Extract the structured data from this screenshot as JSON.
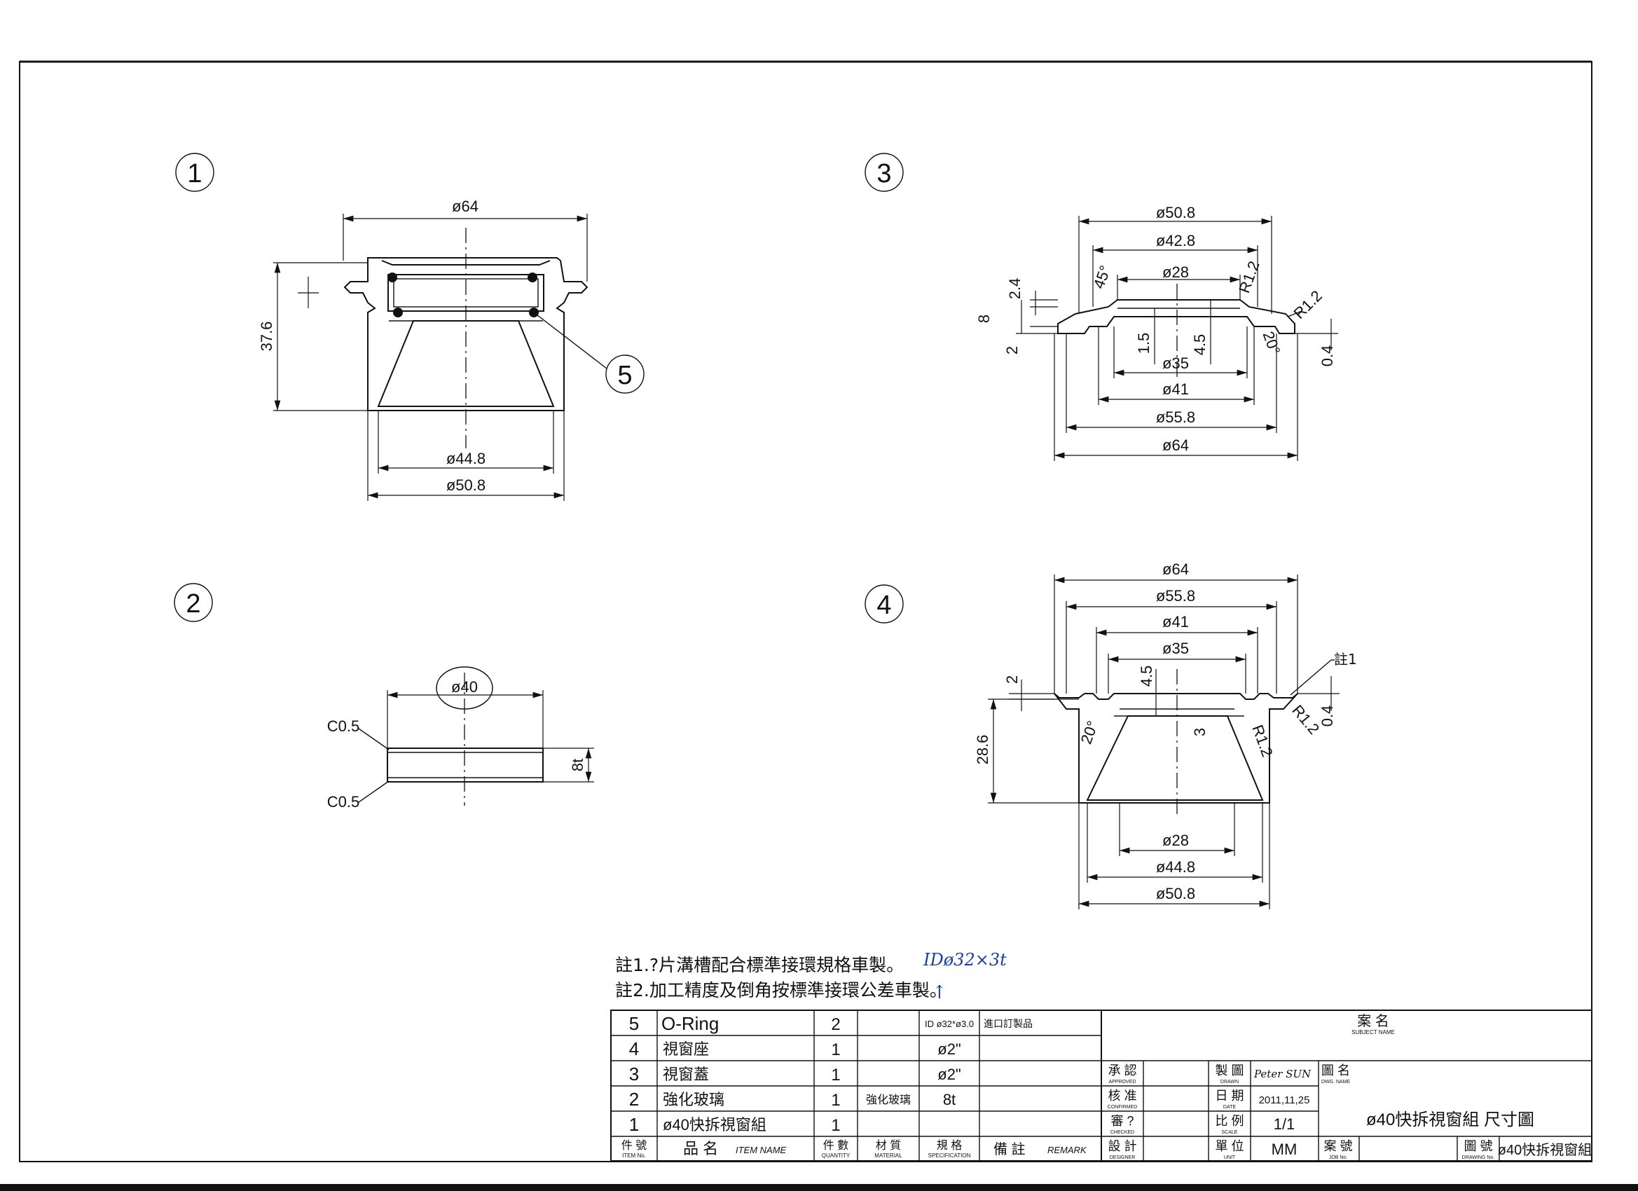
{
  "views": [
    {
      "balloon": "1",
      "dims": {
        "top": "ø64",
        "height": "37.6",
        "mid": "ø44.8",
        "bottom": "ø50.8"
      },
      "callout": "5"
    },
    {
      "balloon": "2",
      "dims": {
        "dia": "ø40",
        "thick": "8t",
        "chamfer_top": "C0.5",
        "chamfer_bottom": "C0.5"
      }
    },
    {
      "balloon": "3",
      "dims": {
        "d1": "ø50.8",
        "d2": "ø42.8",
        "d3": "ø28",
        "d4": "ø35",
        "d5": "ø41",
        "d6": "ø55.8",
        "d7": "ø64",
        "angle45": "45°",
        "angle20": "20°",
        "r1": "R1.2",
        "r2": "R1.2",
        "h24": "2.4",
        "h8": "8",
        "h2": "2",
        "h15": "1.5",
        "h45": "4.5",
        "h04": "0.4"
      }
    },
    {
      "balloon": "4",
      "dims": {
        "d1": "ø64",
        "d2": "ø55.8",
        "d3": "ø41",
        "d4": "ø35",
        "d5": "ø28",
        "d6": "ø44.8",
        "d7": "ø50.8",
        "h2": "2",
        "h45": "4.5",
        "h286": "28.6",
        "h3": "3",
        "h04": "0.4",
        "angle20": "20°",
        "r1": "R1.2",
        "r2": "R1.2",
        "note": "註1"
      }
    }
  ],
  "notes": [
    "註1.?片溝槽配合標準接環規格車製。",
    "註2.加工精度及倒角按標準接環公差車製。"
  ],
  "handwriting": {
    "text": "IDø32×3t",
    "arrow": "↑"
  },
  "bom": {
    "rows": [
      {
        "no": "5",
        "name": "O-Ring",
        "qty": "2",
        "material": "",
        "spec": "ID ø32*ø3.0",
        "remark": "進口訂製品"
      },
      {
        "no": "4",
        "name": "視窗座",
        "qty": "1",
        "material": "",
        "spec": "ø2\"",
        "remark": ""
      },
      {
        "no": "3",
        "name": "視窗蓋",
        "qty": "1",
        "material": "",
        "spec": "ø2\"",
        "remark": ""
      },
      {
        "no": "2",
        "name": "強化玻璃",
        "qty": "1",
        "material": "強化玻璃",
        "spec": "8t",
        "remark": ""
      },
      {
        "no": "1",
        "name": "ø40快拆視窗組",
        "qty": "1",
        "material": "",
        "spec": "",
        "remark": ""
      }
    ],
    "header": {
      "no": "件 號",
      "no_en": "ITEM No.",
      "name": "品 名",
      "name_en": "ITEM NAME",
      "qty": "件 數",
      "qty_en": "QUANTITY",
      "material": "材 質",
      "material_en": "MATERIAL",
      "spec": "規 格",
      "spec_en": "SPECIFICATION",
      "remark": "備 註",
      "remark_en": "REMARK"
    }
  },
  "title_block": {
    "subject": "案 名",
    "subject_en": "SUBJECT NAME",
    "approved": "承 認",
    "approved_en": "APPROVED",
    "confirmed": "核 准",
    "confirmed_en": "CONFIRMED",
    "checked": "審 ?",
    "checked_en": "CHECKED",
    "designer": "設 計",
    "designer_en": "DESIGNER",
    "drawn": "製 圖",
    "drawn_en": "DRAWN",
    "drawn_by": "Peter SUN",
    "date": "日 期",
    "date_en": "DATE",
    "date_value": "2011,11,25",
    "scale": "比 例",
    "scale_en": "SCALE",
    "scale_value": "1/1",
    "unit": "單 位",
    "unit_en": "UNIT",
    "unit_value": "MM",
    "dwg_name": "圖 名",
    "dwg_name_en": "DWG. NAME",
    "dwg_name_value": "ø40快拆視窗組  尺寸圖",
    "job": "案 號",
    "job_en": "JOB No.",
    "dwg_no": "圖 號",
    "dwg_no_en": "DRAWING No.",
    "dwg_no_value": "ø40快拆視窗組"
  }
}
